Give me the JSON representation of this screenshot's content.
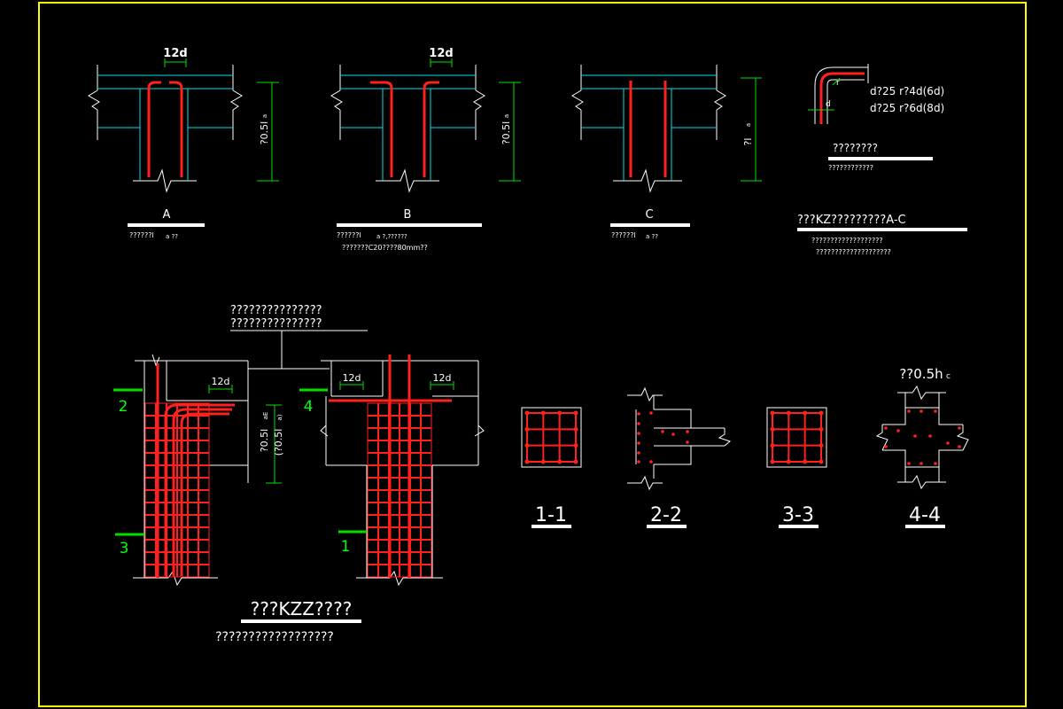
{
  "colors": {
    "background": "#000000",
    "border": "#ffff00",
    "concrete": "#00e5ee",
    "rebar": "#ff2020",
    "dimension": "#00e000",
    "outline": "#ffffff",
    "label": "#00ff00"
  },
  "details": {
    "a": {
      "dim_top": "12d",
      "dim_side": "?0.5l",
      "dim_side_sub": "a",
      "title": "A",
      "note": "??????l",
      "note_sub": "a ??"
    },
    "b": {
      "dim_top": "12d",
      "dim_side": "?0.5l",
      "dim_side_sub": "a",
      "title": "B",
      "note_line1": "??????l",
      "note_line1_sub": "a ?,??????",
      "note_line2": "???????C20????80mm??"
    },
    "c": {
      "dim_side": "?l",
      "dim_side_sub": "a",
      "title": "C",
      "note": "??????l",
      "note_sub": "a ??"
    }
  },
  "bend_detail": {
    "r_label": "r",
    "d_label": "d",
    "line1": "d?25 r?4d(6d)",
    "line2": "d?25 r?6d(8d)",
    "title": "????????",
    "note": "????????????"
  },
  "kz_notes": {
    "title": "???KZ?????????A-C",
    "line1": "???????????????????",
    "line2": "????????????????????"
  },
  "kzz": {
    "header_line1": "???????????????",
    "header_line2": "???????????????",
    "dim_12d_left": "12d",
    "dim_12d_mid": "12d",
    "dim_12d_right": "12d",
    "dim_vert_1": "?0.5l",
    "dim_vert_1_sub": "aE",
    "dim_vert_2": "(?0.5l",
    "dim_vert_2_sub": "a)",
    "section_markers": [
      "2",
      "3",
      "4",
      "1"
    ],
    "title": "???KZZ????",
    "subtitle": "??????????????????"
  },
  "sections": {
    "labels": [
      "1-1",
      "2-2",
      "3-3",
      "4-4"
    ],
    "hc_label": "??0.5h",
    "hc_sub": "c"
  }
}
